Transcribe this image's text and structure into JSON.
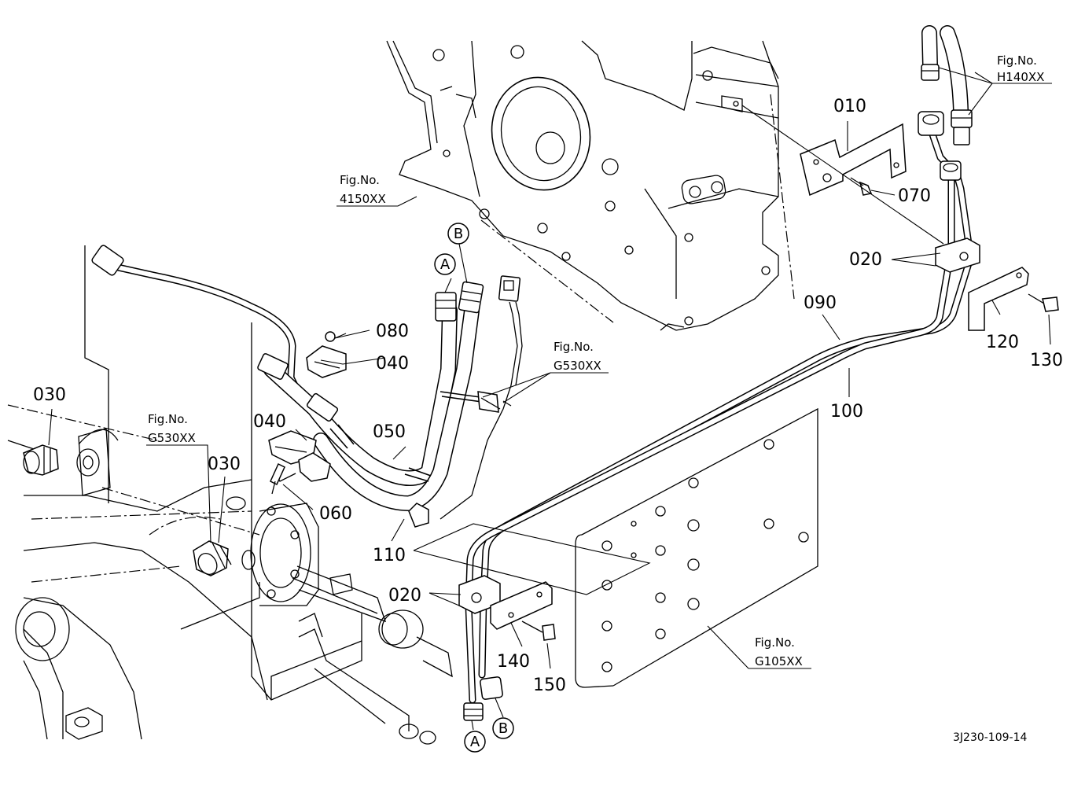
{
  "drawing_code": "3J230-109-14",
  "fig_prefix": "Fig.No.",
  "figure_refs": {
    "h140": "H140XX",
    "f4150": "4150XX",
    "g530_right": "G530XX",
    "g530_left": "G530XX",
    "g105": "G105XX"
  },
  "part_labels": {
    "p010": "010",
    "p070": "070",
    "p020_top": "020",
    "p090": "090",
    "p120": "120",
    "p130": "130",
    "p100": "100",
    "p080": "080",
    "p040_a": "040",
    "p040_b": "040",
    "p030_left": "030",
    "p030_mid": "030",
    "p050": "050",
    "p060": "060",
    "p110": "110",
    "p020_bottom": "020",
    "p140": "140",
    "p150": "150"
  },
  "connector_marks": {
    "a_top": "A",
    "b_top": "B",
    "a_bottom": "A",
    "b_bottom": "B"
  }
}
